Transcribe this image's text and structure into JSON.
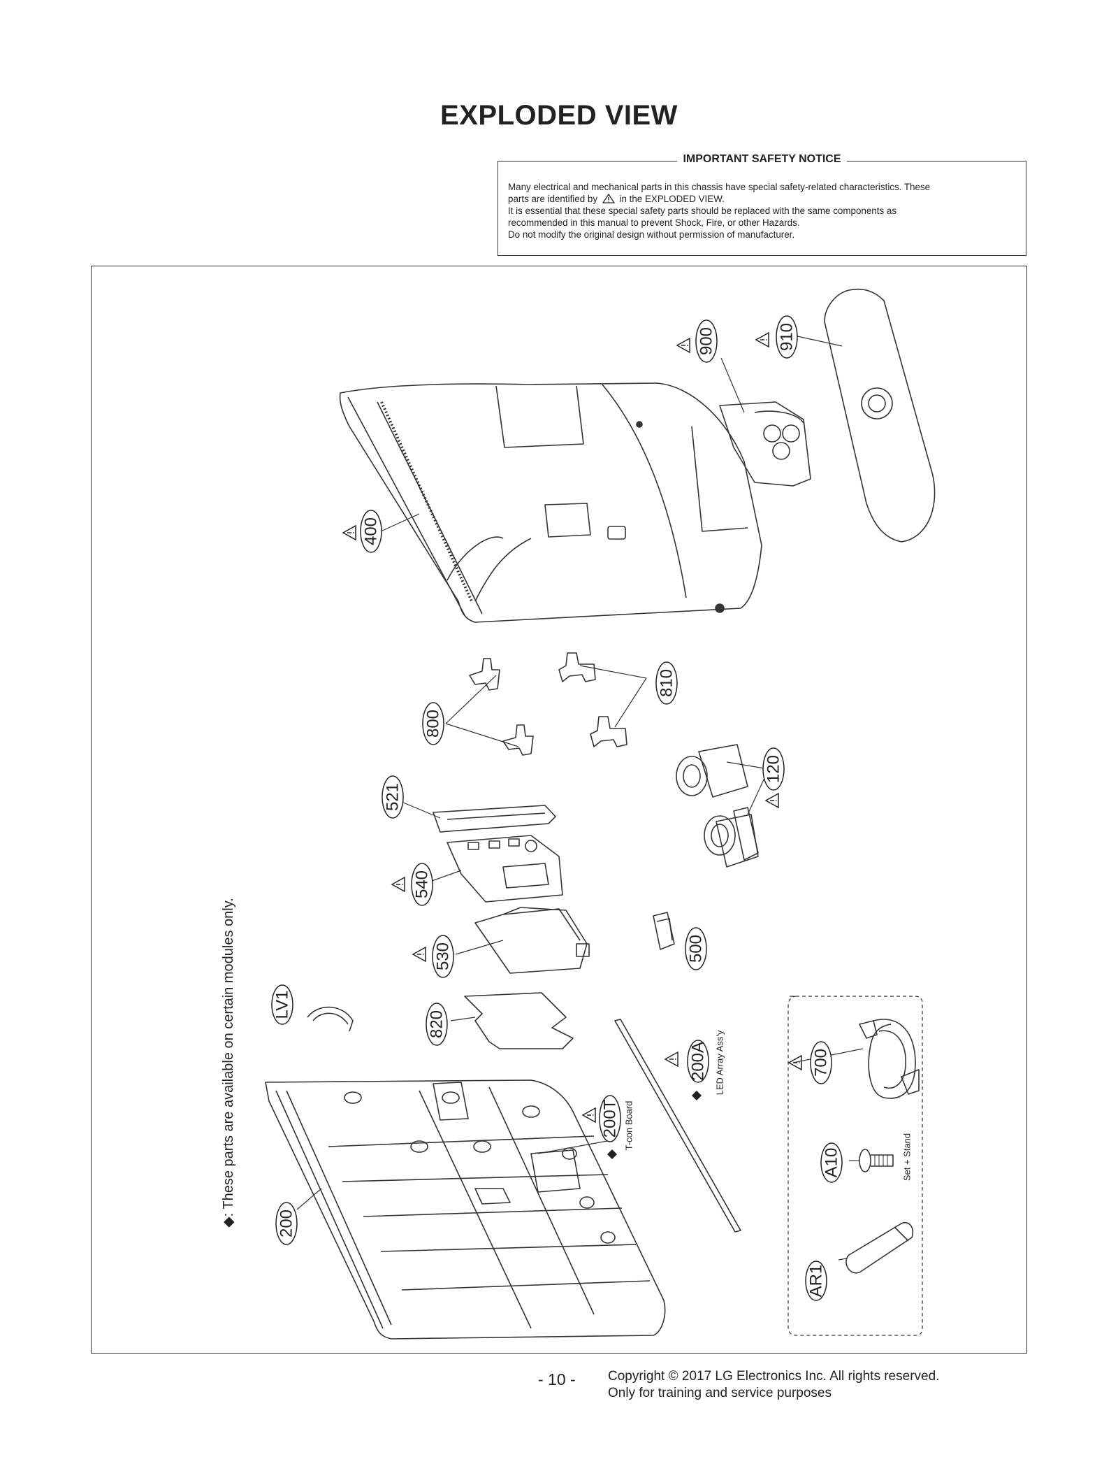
{
  "page": {
    "title": "EXPLODED VIEW",
    "page_number": "- 10 -",
    "copyright_line1": "Copyright © 2017 LG Electronics Inc. All rights reserved.",
    "copyright_line2": "Only for training and service purposes"
  },
  "notice": {
    "heading": "IMPORTANT SAFETY NOTICE",
    "line1": "Many electrical and mechanical parts in this chassis have special safety-related characteristics. These",
    "line2_pre": "parts are identified by",
    "line2_post": "in the EXPLODED VIEW.",
    "line3": "It is essential that these special safety parts should be replaced with the same components as",
    "line4": "recommended in this manual to prevent Shock, Fire, or other Hazards.",
    "line5": "Do not modify the original design without permission of manufacturer."
  },
  "diagram": {
    "side_note": "◆: These parts are available on certain modules only.",
    "callouts": {
      "p900": "900",
      "p910": "910",
      "p400": "400",
      "p800": "800",
      "p810": "810",
      "p521": "521",
      "p120": "120",
      "p540": "540",
      "p530": "530",
      "p500": "500",
      "pLV1": "LV1",
      "p820": "820",
      "p200A": "200A",
      "p700": "700",
      "p200T": "200T",
      "pA10": "A10",
      "p200": "200",
      "pAR1": "AR1"
    },
    "notes": {
      "led": "LED Array Ass'y",
      "tcon": "T-con Board",
      "setstand": "Set + Stand"
    },
    "icons": {
      "warning": "warning-triangle-icon",
      "diamond": "diamond-icon"
    }
  }
}
